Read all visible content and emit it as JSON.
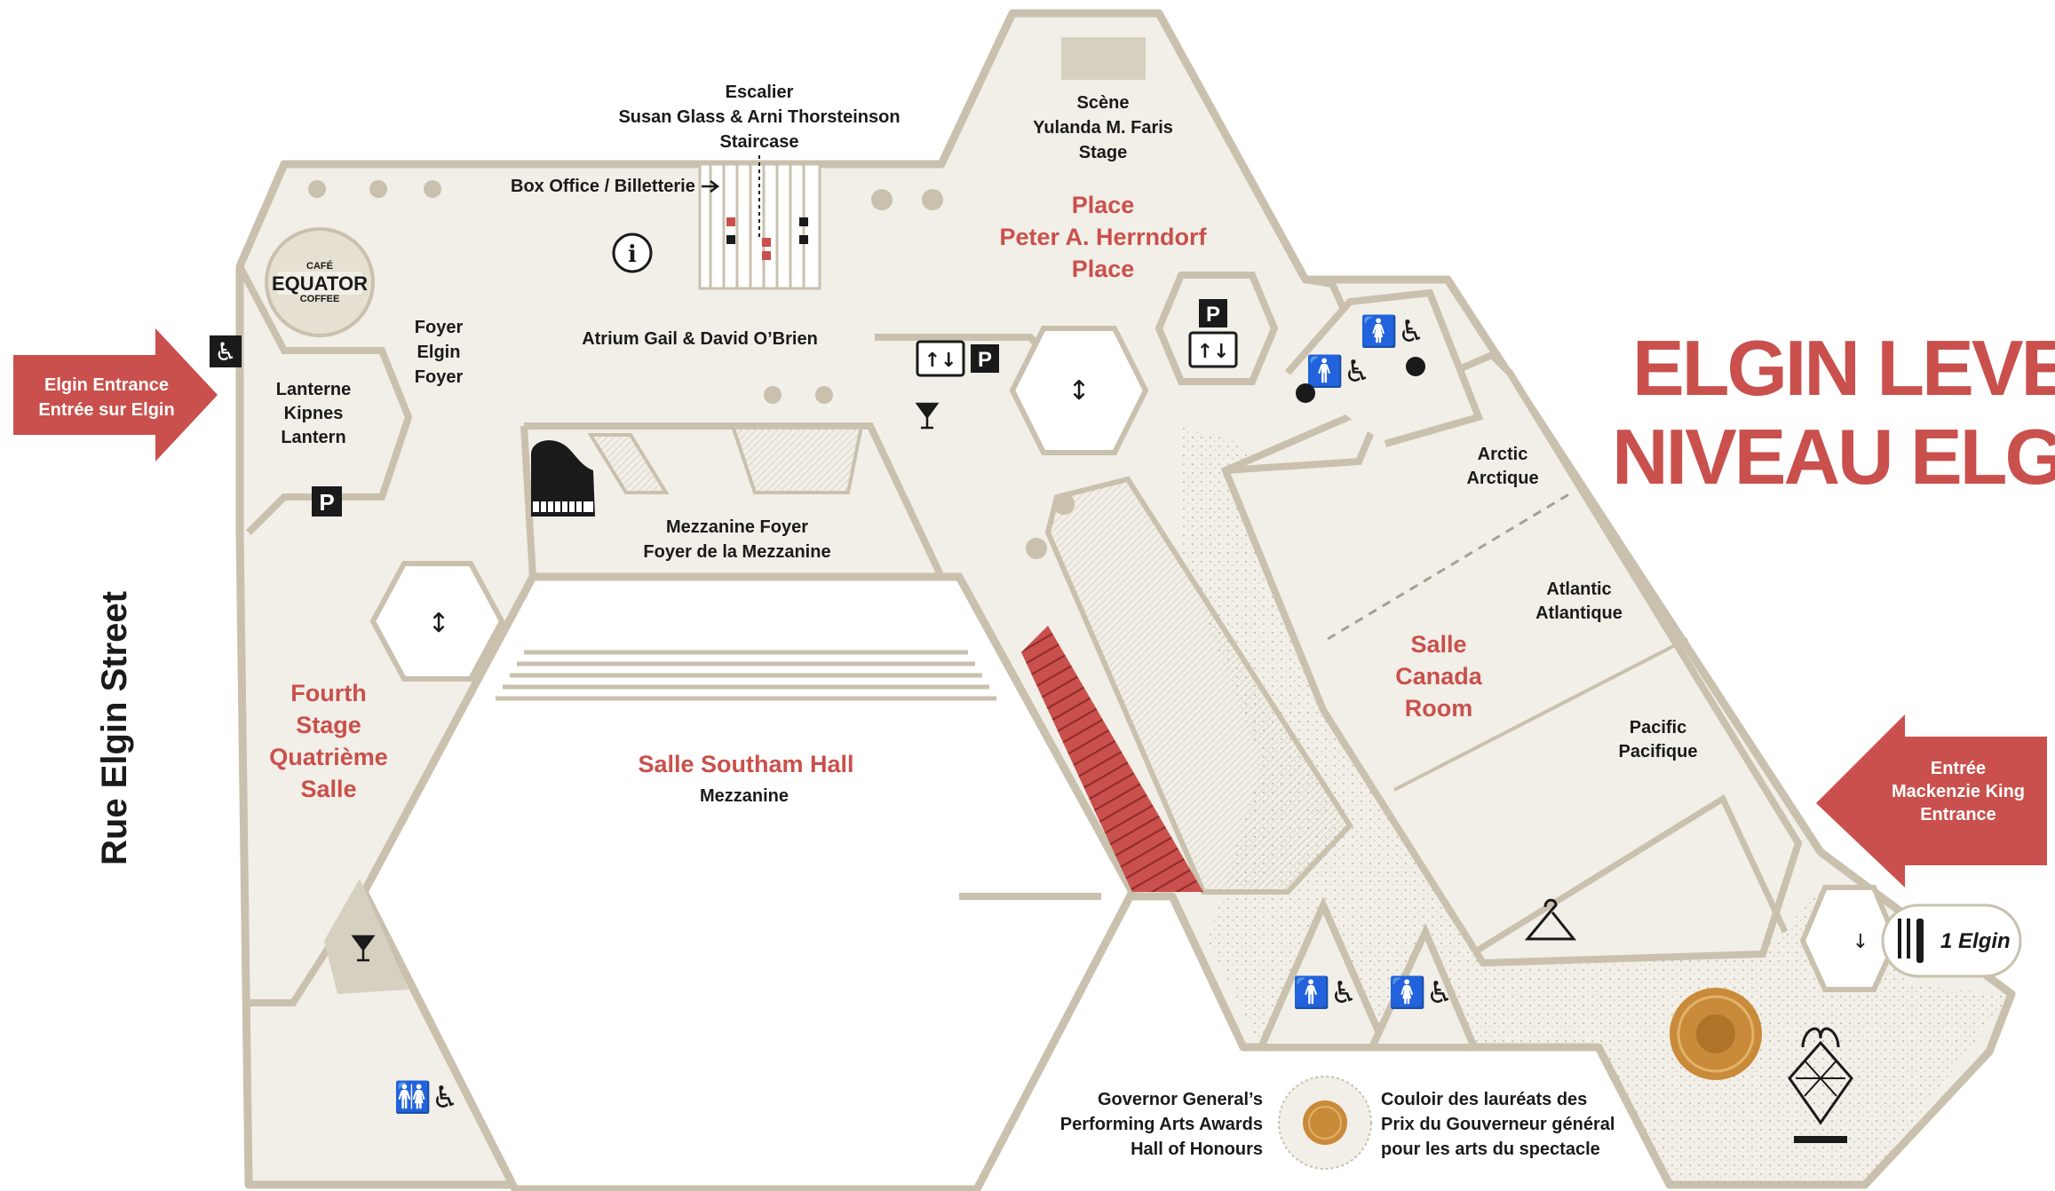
{
  "title": {
    "line1": "ELGIN LEVEL",
    "line2": "NIVEAU ELGIN"
  },
  "street": "Rue Elgin Street",
  "entrances": {
    "elgin": {
      "line1": "Elgin Entrance",
      "line2": "Entrée sur Elgin"
    },
    "mackenzie": {
      "line1": "Entrée",
      "line2": "Mackenzie King",
      "line3": "Entrance"
    }
  },
  "rooms": {
    "stage": {
      "line1": "Scène",
      "line2": "Yulanda M. Faris",
      "line3": "Stage"
    },
    "staircase": {
      "line1": "Escalier",
      "line2": "Susan Glass & Arni Thorsteinson",
      "line3": "Staircase"
    },
    "box_office": "Box Office / Billetterie",
    "place": {
      "line1": "Place",
      "line2": "Peter A. Herrndorf",
      "line3": "Place"
    },
    "atrium": "Atrium Gail & David O’Brien",
    "foyer": {
      "line1": "Foyer",
      "line2": "Elgin",
      "line3": "Foyer"
    },
    "lantern": {
      "line1": "Lanterne",
      "line2": "Kipnes",
      "line3": "Lantern"
    },
    "mezzanine_foyer": {
      "line1": "Mezzanine Foyer",
      "line2": "Foyer de la Mezzanine"
    },
    "fourth_stage": {
      "line1": "Fourth",
      "line2": "Stage",
      "line3": "Quatrième",
      "line4": "Salle"
    },
    "southam": {
      "line1": "Salle Southam Hall",
      "line2": "Mezzanine"
    },
    "canada_room": {
      "line1": "Salle",
      "line2": "Canada",
      "line3": "Room"
    },
    "arctic": {
      "line1": "Arctic",
      "line2": "Arctique"
    },
    "atlantic": {
      "line1": "Atlantic",
      "line2": "Atlantique"
    },
    "pacific": {
      "line1": "Pacific",
      "line2": "Pacifique"
    },
    "cafe": {
      "line1": "CAFÉ",
      "line2": "EQUATOR",
      "line3": "COFFEE"
    },
    "restaurant": "1 Elgin"
  },
  "hall_of_honours": {
    "en": {
      "line1": "Governor General’s",
      "line2": "Performing Arts Awards",
      "line3": "Hall of Honours"
    },
    "fr": {
      "line1": "Couloir des lauréats des",
      "line2": "Prix du Gouverneur général",
      "line3": "pour les arts du spectacle"
    }
  },
  "icons": [
    "wheelchair-icon",
    "parking-icon",
    "elevator-icon",
    "info-icon",
    "bar-icon",
    "piano-icon",
    "coat-check-icon",
    "washroom-icon",
    "baby-change-icon",
    "stairs-icon",
    "fork-knife-icon",
    "fountain-icon",
    "medal-icon"
  ],
  "colors": {
    "accent": "#c9504c",
    "floor": "#f2efe8",
    "wall": "#c9c0ae",
    "text": "#1a1a1a"
  }
}
